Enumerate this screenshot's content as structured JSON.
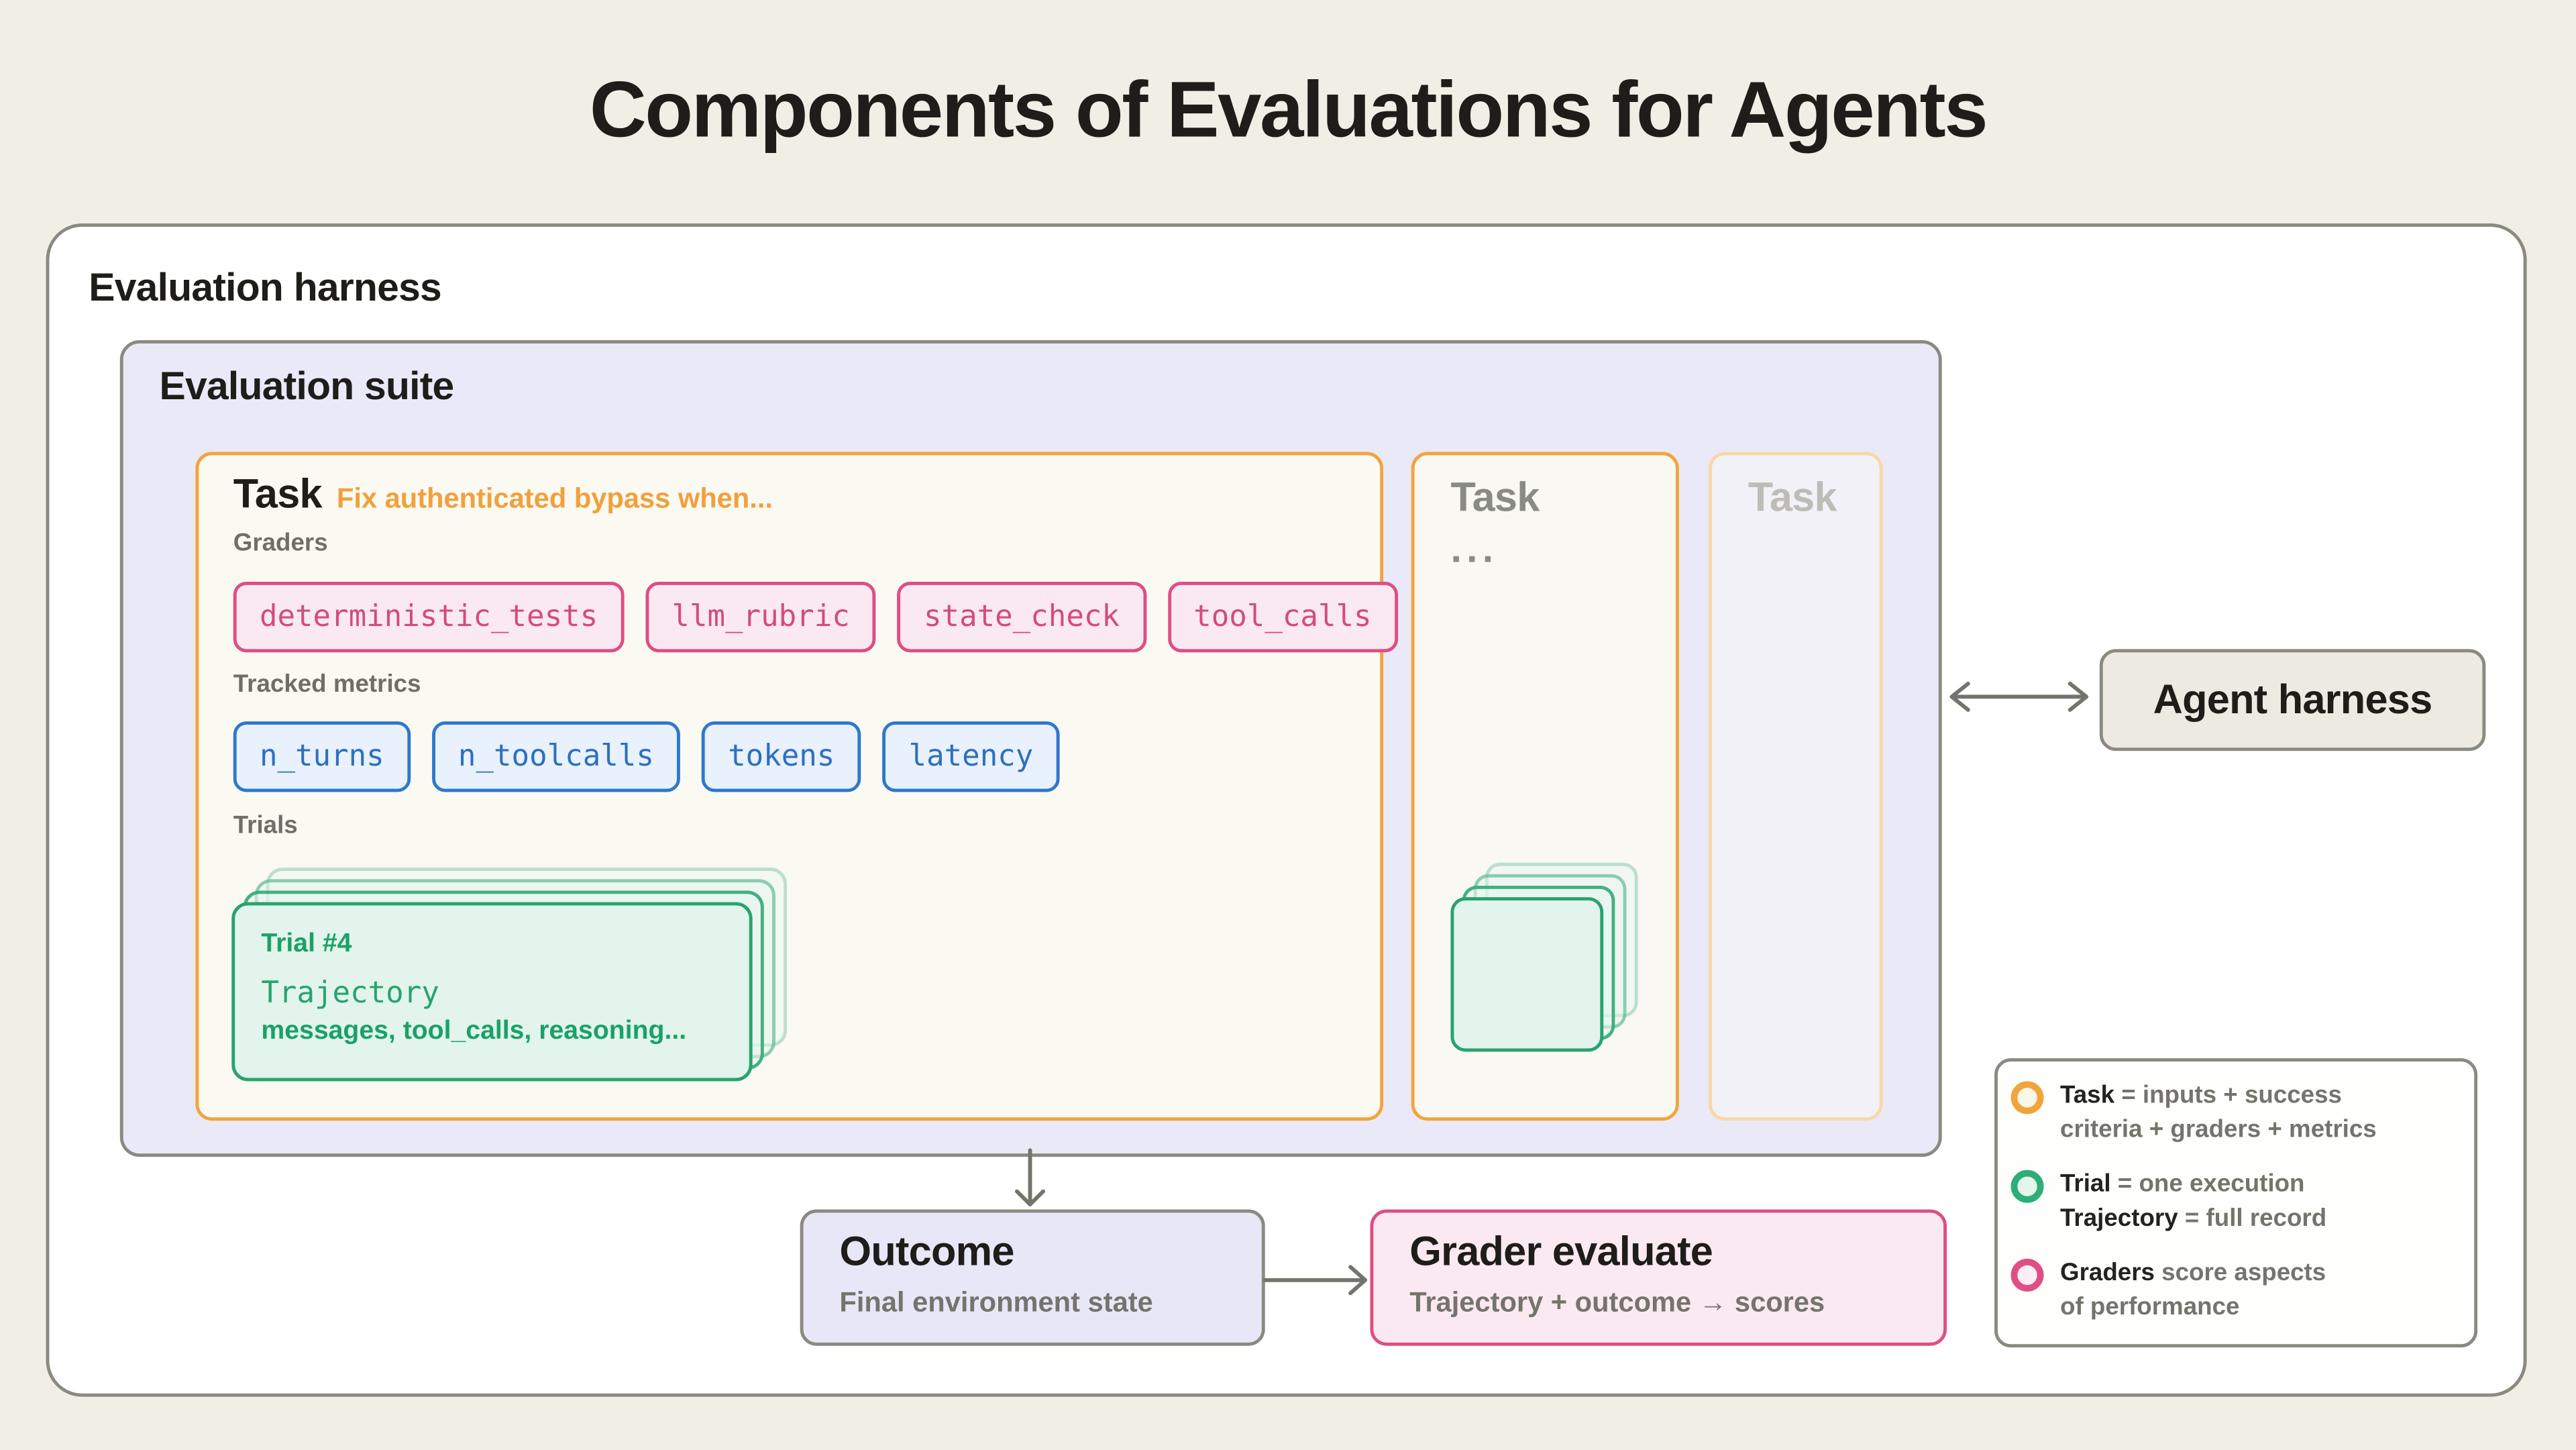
{
  "diagram_title": "Components of Evaluations for Agents",
  "evaluation_harness": {
    "label": "Evaluation harness"
  },
  "evaluation_suite": {
    "label": "Evaluation suite"
  },
  "main_task": {
    "title": "Task",
    "prompt": "Fix authenticated bypass when...",
    "graders_label": "Graders",
    "graders": [
      "deterministic_tests",
      "llm_rubric",
      "state_check",
      "tool_calls"
    ],
    "metrics_label": "Tracked metrics",
    "metrics": [
      "n_turns",
      "n_toolcalls",
      "tokens",
      "latency"
    ],
    "trials_label": "Trials",
    "trial_card": {
      "title": "Trial #4",
      "trajectory_label": "Trajectory",
      "contents": "messages, tool_calls, reasoning..."
    }
  },
  "collapsed_task": {
    "title": "Task",
    "ellipsis": "..."
  },
  "faded_task": {
    "title": "Task"
  },
  "agent_harness": {
    "label": "Agent harness"
  },
  "outcome": {
    "title": "Outcome",
    "subtitle": "Final environment state"
  },
  "grader_evaluate": {
    "title": "Grader evaluate",
    "subtitle": "Trajectory + outcome → scores"
  },
  "legend": {
    "items": [
      {
        "marker_color": "#F2A43C",
        "lines": [
          {
            "term": "Task",
            "rest": " = inputs + success"
          },
          {
            "term": "",
            "rest": "criteria + graders + metrics"
          }
        ]
      },
      {
        "marker_color": "#2CAE78",
        "lines": [
          {
            "term": "Trial",
            "rest": " = one execution"
          },
          {
            "term": "Trajectory",
            "rest": " = full record"
          }
        ]
      },
      {
        "marker_color": "#E14E86",
        "lines": [
          {
            "term": "Graders",
            "rest": " score aspects"
          },
          {
            "term": "",
            "rest": "of performance"
          }
        ]
      }
    ]
  },
  "colors": {
    "background": "#F0EEE5",
    "panel_border_gray": "#8A8A81",
    "suite_fill": "#EAE9F8",
    "task_orange": "#F2A43C",
    "grader_pink": "#DE4E83",
    "metric_blue": "#2F78CC",
    "trial_green": "#27A36F",
    "text_black": "#1E1D19",
    "text_gray": "#75746C"
  }
}
